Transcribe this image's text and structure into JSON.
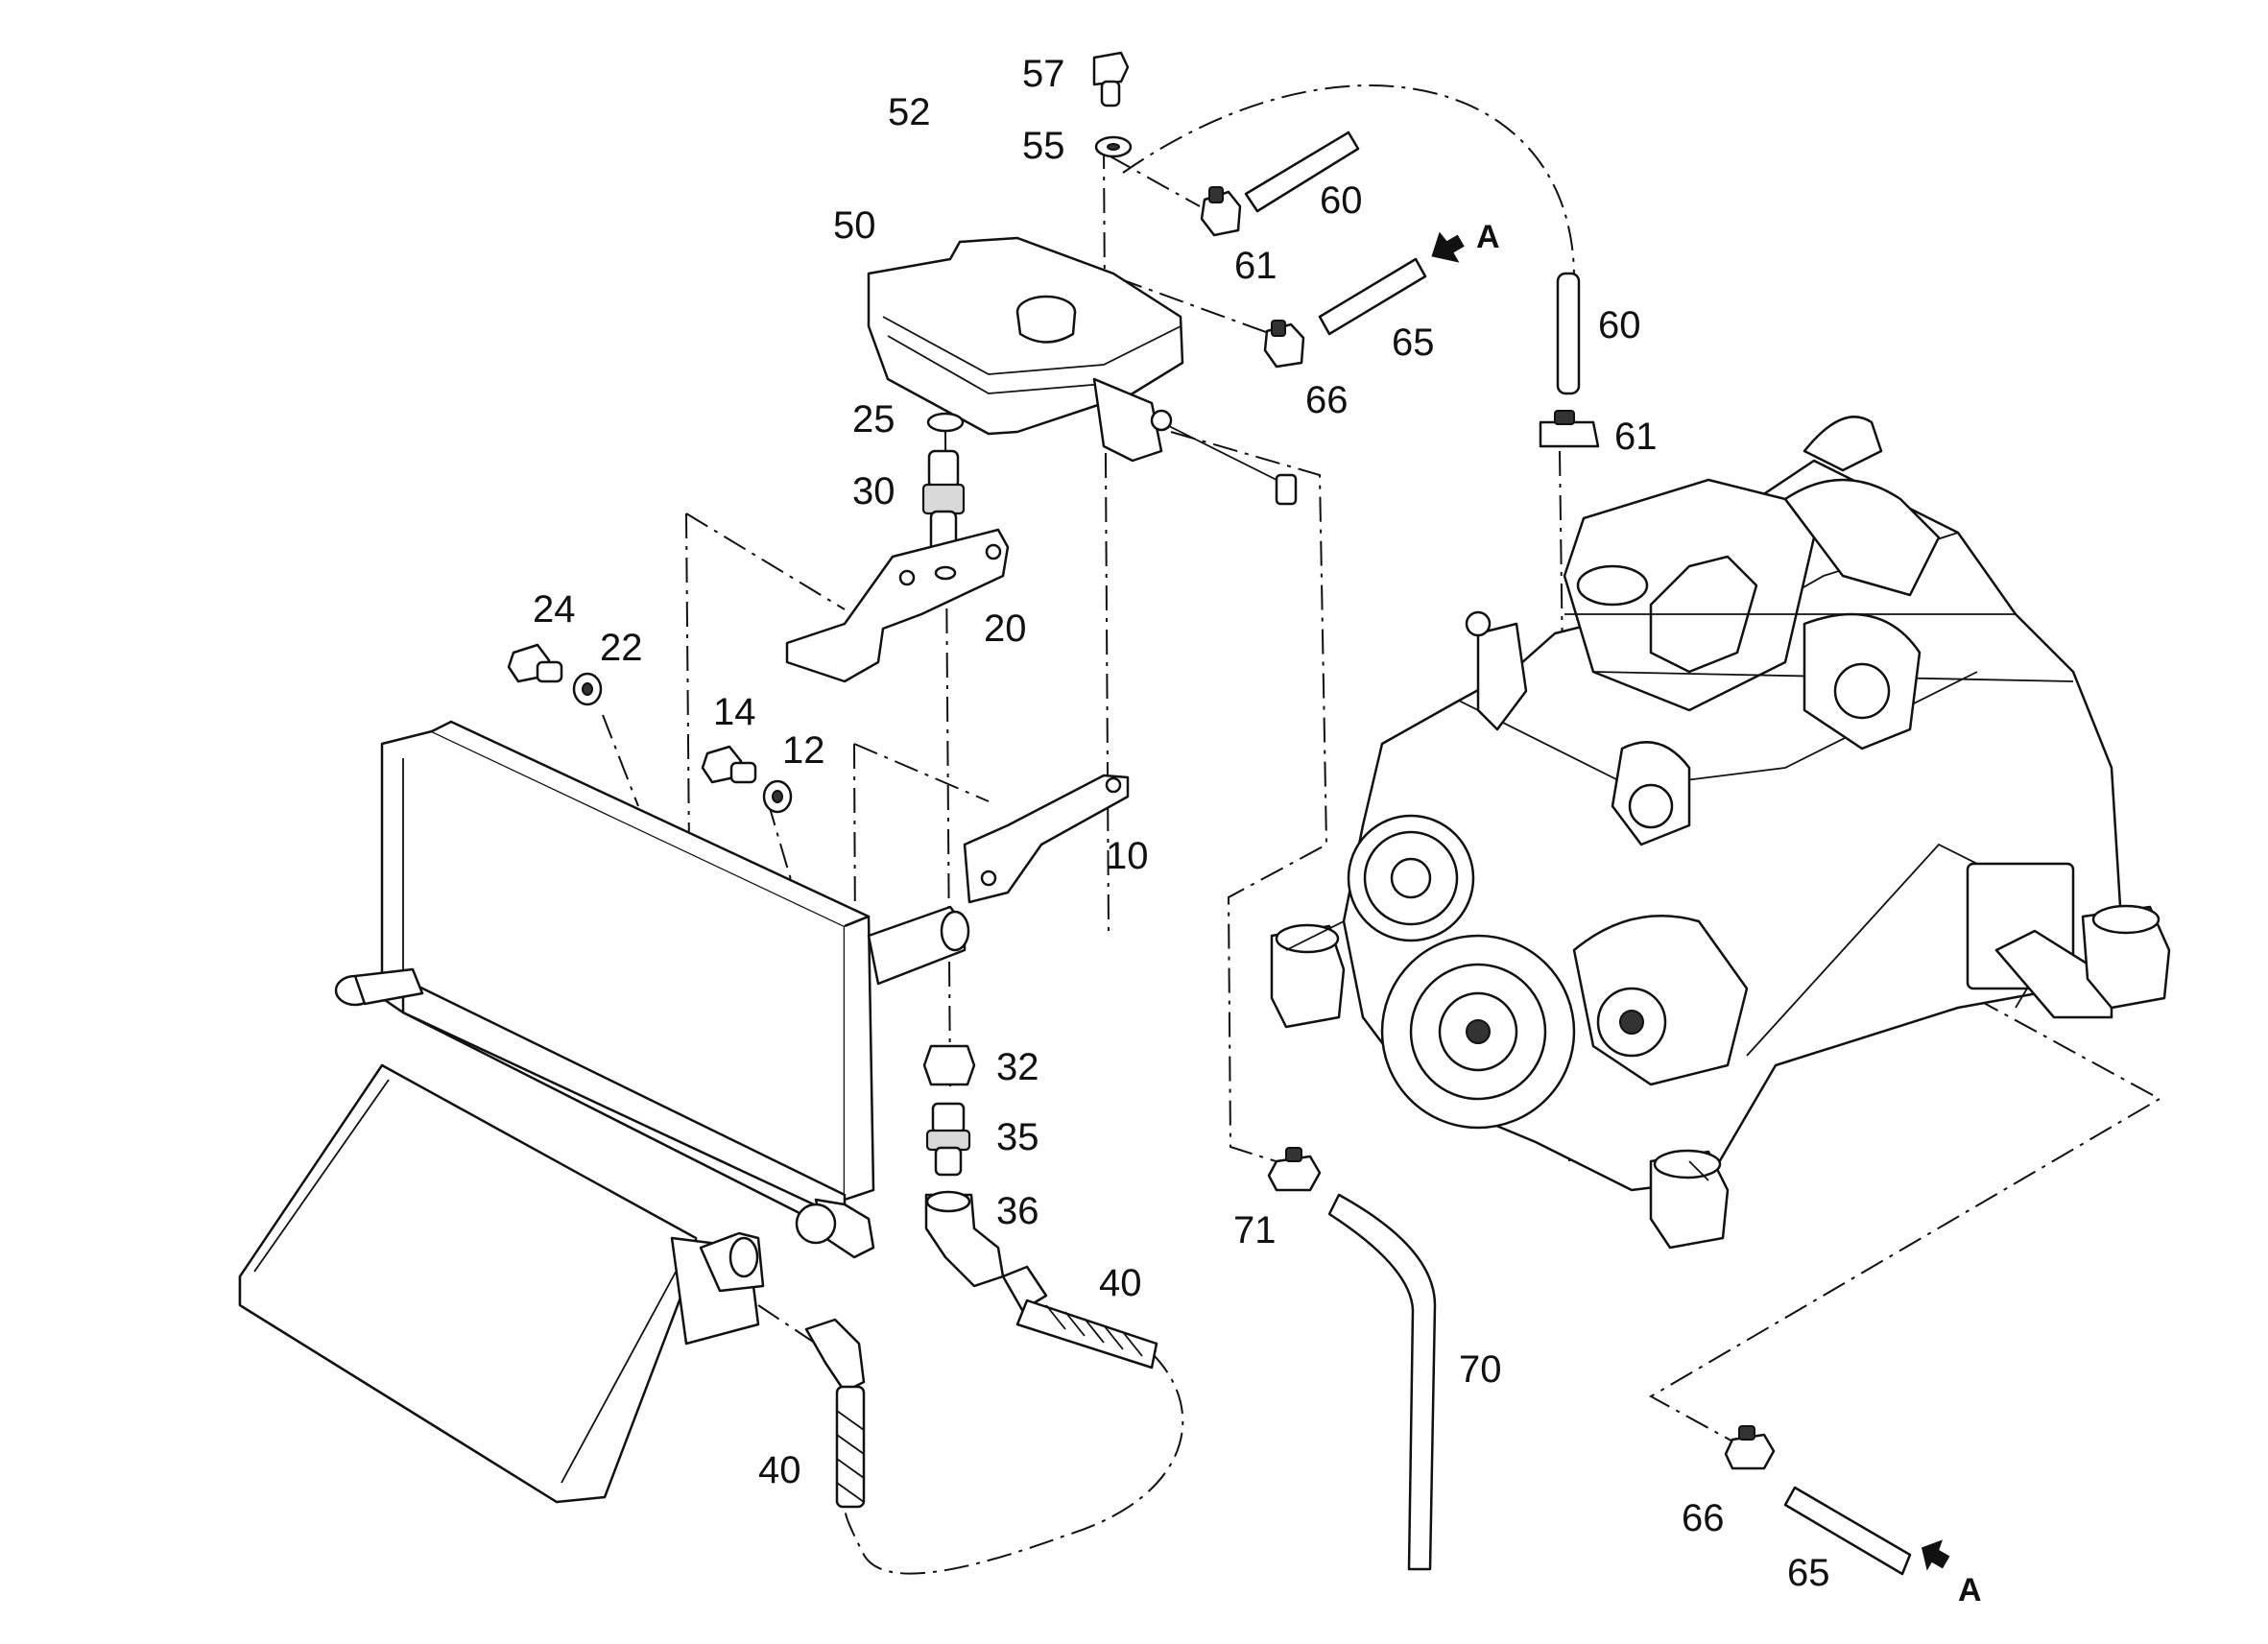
{
  "diagram": {
    "callouts": [
      {
        "id": "c57",
        "label": "57"
      },
      {
        "id": "c52",
        "label": "52"
      },
      {
        "id": "c55",
        "label": "55"
      },
      {
        "id": "c50",
        "label": "50"
      },
      {
        "id": "c60a",
        "label": "60"
      },
      {
        "id": "c61a",
        "label": "61"
      },
      {
        "id": "c65a",
        "label": "65"
      },
      {
        "id": "c66a",
        "label": "66"
      },
      {
        "id": "c60b",
        "label": "60"
      },
      {
        "id": "c61b",
        "label": "61"
      },
      {
        "id": "c25",
        "label": "25"
      },
      {
        "id": "c30",
        "label": "30"
      },
      {
        "id": "c20",
        "label": "20"
      },
      {
        "id": "c24",
        "label": "24"
      },
      {
        "id": "c22",
        "label": "22"
      },
      {
        "id": "c14",
        "label": "14"
      },
      {
        "id": "c12",
        "label": "12"
      },
      {
        "id": "c10",
        "label": "10"
      },
      {
        "id": "c32",
        "label": "32"
      },
      {
        "id": "c35",
        "label": "35"
      },
      {
        "id": "c36",
        "label": "36"
      },
      {
        "id": "c40a",
        "label": "40"
      },
      {
        "id": "c40b",
        "label": "40"
      },
      {
        "id": "c71",
        "label": "71"
      },
      {
        "id": "c70",
        "label": "70"
      },
      {
        "id": "c66b",
        "label": "66"
      },
      {
        "id": "c65b",
        "label": "65"
      }
    ],
    "references": [
      {
        "id": "refA1",
        "label": "A"
      },
      {
        "id": "refA2",
        "label": "A"
      }
    ]
  }
}
